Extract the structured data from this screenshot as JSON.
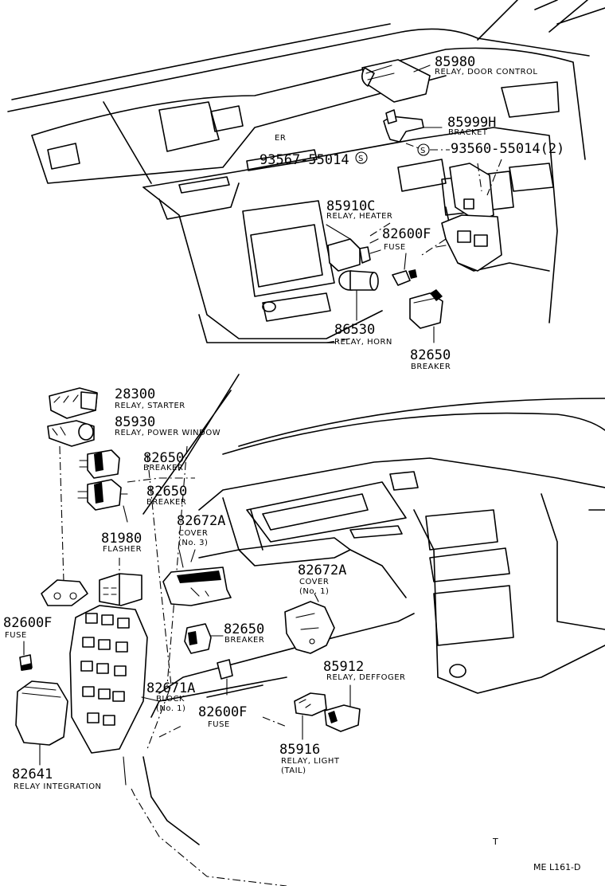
{
  "labels": {
    "p85980": {
      "num": "85980",
      "desc": "RELAY, DOOR CONTROL"
    },
    "p85999h": {
      "num": "85999H",
      "desc": "BRACKET"
    },
    "p93560": {
      "num": "93560-55014(2)"
    },
    "p93567": {
      "num": "93567-55014"
    },
    "er": {
      "text": "ER"
    },
    "p85910c": {
      "num": "85910C",
      "desc": "RELAY, HEATER"
    },
    "p82600f_top": {
      "num": "82600F",
      "desc": "FUSE"
    },
    "p86530": {
      "num": "86530",
      "desc": "RELAY, HORN"
    },
    "p82650_top": {
      "num": "82650",
      "desc": "BREAKER"
    },
    "p28300": {
      "num": "28300",
      "desc": "RELAY, STARTER"
    },
    "p85930": {
      "num": "85930",
      "desc": "RELAY, POWER WINDOW"
    },
    "p82650_a": {
      "num": "82650",
      "desc": "BREAKER"
    },
    "p82650_b": {
      "num": "82650",
      "desc": "BREAKER"
    },
    "p82672a_3": {
      "num": "82672A",
      "desc": "COVER",
      "desc2": "(No. 3)"
    },
    "p81980": {
      "num": "81980",
      "desc": "FLASHER"
    },
    "p82672a_1": {
      "num": "82672A",
      "desc": "COVER",
      "desc2": "(No. 1)"
    },
    "p82600f_left": {
      "num": "82600F",
      "desc": "FUSE"
    },
    "p82650_c": {
      "num": "82650",
      "desc": "BREAKER"
    },
    "p85912": {
      "num": "85912",
      "desc": "RELAY, DEFFOGER"
    },
    "p82671a": {
      "num": "82671A",
      "desc": "BLOCK",
      "desc2": "(No. 1)"
    },
    "p82600f_bot": {
      "num": "82600F",
      "desc": "FUSE"
    },
    "p85916": {
      "num": "85916",
      "desc": "RELAY, LIGHT",
      "desc2": "(TAIL)"
    },
    "p82641": {
      "num": "82641",
      "desc": "RELAY INTEGRATION"
    }
  },
  "marks": {
    "s_symbol": "S",
    "t_mark": "T",
    "figure_code": "ME L161-D"
  }
}
